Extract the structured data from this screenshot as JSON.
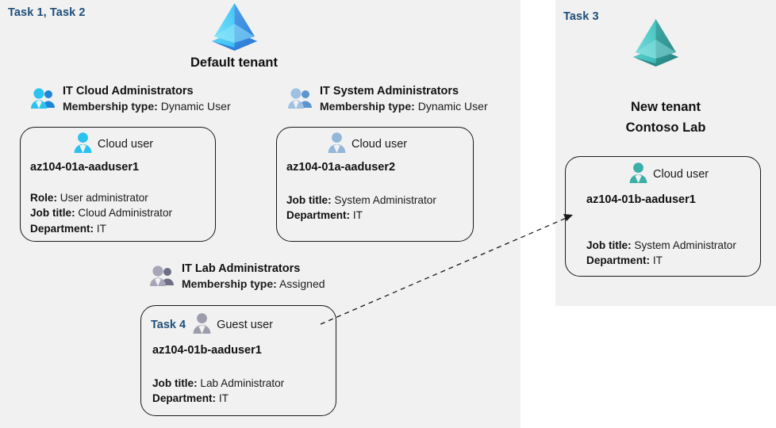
{
  "diagram": {
    "title": "Azure AD tenants, groups and users task diagram",
    "accent_task_color": "#1F4E79",
    "panel_bg": "#F1F1F1",
    "page_bg": "#FFFFFF"
  },
  "left_panel": {
    "task_label": "Task 1, Task 2",
    "tenant": {
      "icon": "azure-ad-tenant-icon",
      "title": "Default tenant",
      "color_left_face": "#55D7F7",
      "color_right_face": "#3D8FE8"
    },
    "groups": [
      {
        "icon": "group-users-icon",
        "icon_color": "#1FBCEB",
        "name": "IT Cloud Administrators",
        "meta_label": "Membership type:",
        "meta_value": "Dynamic User",
        "card": {
          "icon": "cloud-user-icon",
          "icon_color": "#29C3F0",
          "kind": "Cloud user",
          "username": "az104-01a-aaduser1",
          "properties": [
            {
              "label": "Role:",
              "value": "User administrator"
            },
            {
              "label": "Job title:",
              "value": "Cloud Administrator"
            },
            {
              "label": "Department:",
              "value": "IT"
            }
          ]
        }
      },
      {
        "icon": "group-users-icon",
        "icon_color": "#8FB8DF",
        "name": "IT System Administrators",
        "meta_label": "Membership type:",
        "meta_value": "Dynamic User",
        "card": {
          "icon": "cloud-user-icon",
          "icon_color": "#93B7D8",
          "kind": "Cloud user",
          "username": "az104-01a-aaduser2",
          "properties": [
            {
              "label": "Job title:",
              "value": "System Administrator"
            },
            {
              "label": "Department:",
              "value": "IT"
            }
          ]
        }
      },
      {
        "icon": "group-users-icon",
        "icon_color": "#9A9AAE",
        "name": "IT Lab Administrators",
        "meta_label": "Membership type:",
        "meta_value": "Assigned",
        "card": {
          "icon": "guest-user-icon",
          "icon_color": "#9C9CAD",
          "task_inline": "Task 4",
          "kind": "Guest user",
          "username": "az104-01b-aaduser1",
          "properties": [
            {
              "label": "Job title:",
              "value": "Lab Administrator"
            },
            {
              "label": "Department:",
              "value": "IT"
            }
          ]
        }
      }
    ]
  },
  "right_panel": {
    "task_label": "Task 3",
    "tenant": {
      "icon": "azure-ad-tenant-icon",
      "title_line1": "New  tenant",
      "title_line2": "Contoso Lab",
      "color_left_face": "#4BC8C8",
      "color_right_face": "#2E9C9C"
    },
    "card": {
      "icon": "cloud-user-icon",
      "icon_color": "#3BAFA8",
      "kind": "Cloud user",
      "username": "az104-01b-aaduser1",
      "properties": [
        {
          "label": "Job title:",
          "value": "System Administrator"
        },
        {
          "label": "Department:",
          "value": "IT"
        }
      ]
    }
  },
  "connector": {
    "name": "guest-to-tenant-arrow",
    "style": "dashed",
    "color": "#1a1a1a"
  }
}
